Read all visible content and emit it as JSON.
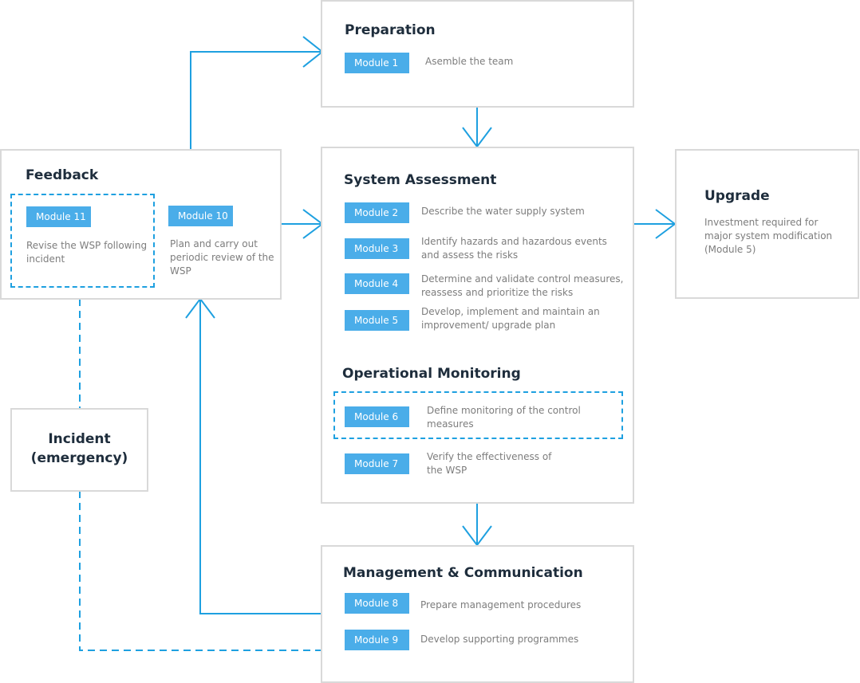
{
  "preparation": {
    "title": "Preparation",
    "module1": {
      "badge": "Module 1",
      "text": "Asemble the team"
    }
  },
  "system_assessment": {
    "title": "System Assessment",
    "module2": {
      "badge": "Module 2",
      "text": "Describe the water supply system"
    },
    "module3": {
      "badge": "Module 3",
      "text": "Identify hazards and hazardous events and assess the risks"
    },
    "module4": {
      "badge": "Module 4",
      "text": "Determine and validate control measures, reassess and prioritize the risks"
    },
    "module5": {
      "badge": "Module 5",
      "text": "Develop, implement and maintain an improvement/ upgrade plan"
    }
  },
  "operational_monitoring": {
    "title": "Operational Monitoring",
    "module6": {
      "badge": "Module 6",
      "text": "Define monitoring of the control measures"
    },
    "module7": {
      "badge": "Module 7",
      "text": "Verify the effectiveness of the WSP"
    }
  },
  "upgrade": {
    "title": "Upgrade",
    "text": "Investment required for major system modification (Module 5)"
  },
  "feedback": {
    "title": "Feedback",
    "module11": {
      "badge": "Module 11",
      "text": "Revise the WSP following incident"
    },
    "module10": {
      "badge": "Module 10",
      "text": "Plan and carry out periodic review of the WSP"
    }
  },
  "incident": {
    "title": "Incident (emergency)"
  },
  "management": {
    "title": "Management & Communication",
    "module8": {
      "badge": "Module 8",
      "text": "Prepare management procedures"
    },
    "module9": {
      "badge": "Module 9",
      "text": "Develop supporting programmes"
    }
  },
  "colors": {
    "accent_blue": "#1ea0e0",
    "badge_blue": "#4aade9",
    "box_border": "#d9d9d9",
    "title_text": "#1e2d3c",
    "body_text": "#7d7d7d"
  }
}
